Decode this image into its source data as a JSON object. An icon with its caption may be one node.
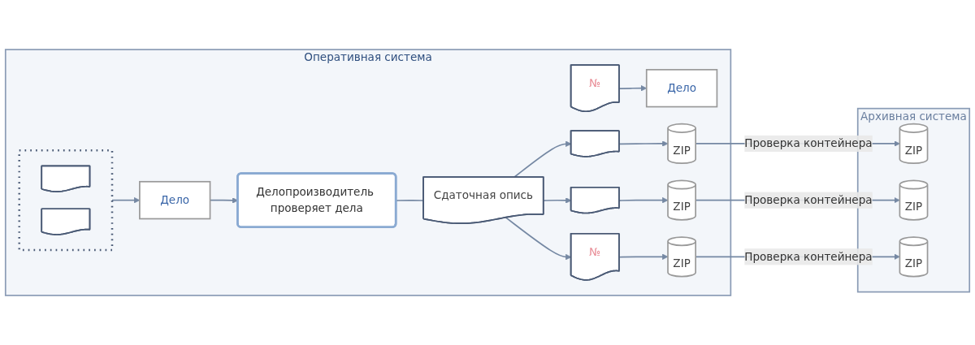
{
  "diagram": {
    "nodes": [
      {
        "text": [
          "Оперативная система"
        ]
      },
      {
        "text": [],
        "shape": "box",
        "in": 0
      },
      {
        "text": [],
        "shape": "document",
        "in": 1
      },
      {
        "text": [],
        "shape": "document",
        "in": 1
      },
      {
        "text": [
          "Дело"
        ],
        "in": 0
      },
      {
        "text": [
          "№"
        ],
        "in": 0
      },
      {
        "text": [
          "Дело"
        ],
        "in": 0
      },
      {
        "text": [
          "Делопроизводитель проверяет дела"
        ],
        "in": 0
      },
      {
        "text": [
          "Сдаточная опись"
        ],
        "in": 0
      },
      {
        "text": [],
        "shape": "document",
        "in": 0
      },
      {
        "text": [],
        "shape": "document",
        "in": 0
      },
      {
        "text": [
          "№"
        ],
        "in": 0
      },
      {
        "text": [
          "ZIP"
        ],
        "in": 0
      },
      {
        "text": [
          "ZIP"
        ],
        "in": 0
      },
      {
        "text": [
          "ZIP"
        ],
        "in": 0
      },
      {
        "text": [
          "Архивная система"
        ]
      },
      {
        "text": [
          "ZIP"
        ],
        "in": 15
      },
      {
        "text": [
          "ZIP"
        ],
        "in": 15
      },
      {
        "text": [
          "ZIP"
        ],
        "in": 15
      }
    ],
    "edges": [
      {
        "from": 1,
        "to": 4,
        "arrow": "to"
      },
      {
        "from": 5,
        "to": 6,
        "arrow": "to"
      },
      {
        "from": 4,
        "to": 7,
        "arrow": "to"
      },
      {
        "from": 7,
        "to": 8,
        "arrow": "none"
      },
      {
        "from": 8,
        "to": 9,
        "arrow": "to"
      },
      {
        "from": 8,
        "to": 10,
        "arrow": "to"
      },
      {
        "from": 8,
        "to": 11,
        "arrow": "to"
      },
      {
        "from": 9,
        "to": 12,
        "arrow": "to"
      },
      {
        "from": 10,
        "to": 13,
        "arrow": "to"
      },
      {
        "from": 11,
        "to": 14,
        "arrow": "to"
      },
      {
        "from": 12,
        "to": 16,
        "label": "Проверка контейнера",
        "arrow": "to"
      },
      {
        "from": 13,
        "to": 17,
        "label": "Проверка контейнера",
        "arrow": "to"
      },
      {
        "from": 14,
        "to": 18,
        "label": "Проверка контейнера",
        "arrow": "to"
      }
    ]
  }
}
